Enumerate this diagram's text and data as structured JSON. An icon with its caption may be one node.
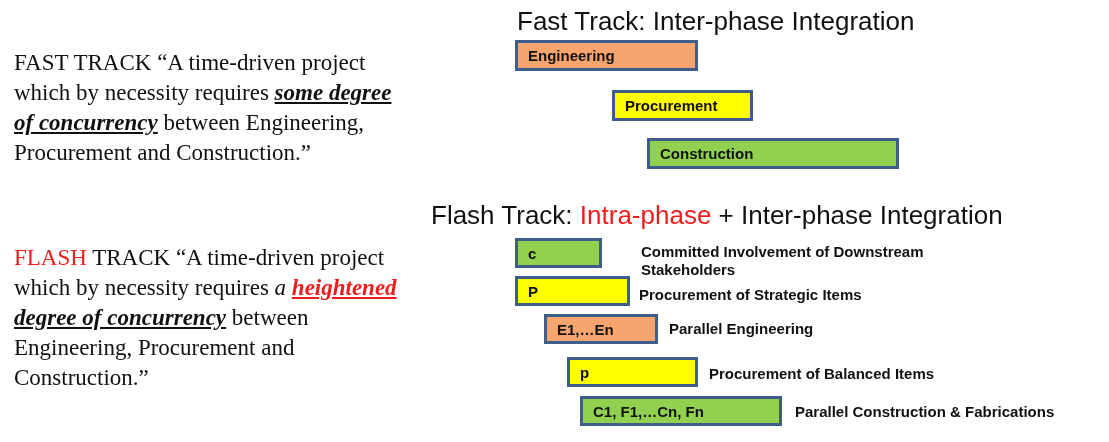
{
  "diagram": {
    "nodes": [
      {
        "text": [
          "Engineering"
        ]
      },
      {
        "text": [
          "Procurement"
        ]
      },
      {
        "text": [
          "Construction"
        ]
      },
      {
        "text": [
          "c"
        ]
      },
      {
        "text": [
          "P"
        ],
        "beside": [
          "Procurement of Strategic Items"
        ]
      },
      {
        "text": [
          "E1,…En"
        ],
        "beside": [
          "Parallel Engineering"
        ]
      },
      {
        "text": [
          "p"
        ],
        "beside": [
          "Procurement of Balanced Items"
        ]
      },
      {
        "text": [
          "C1, F1,…Cn, Fn"
        ],
        "beside": [
          "Parallel Construction & Fabrications"
        ]
      }
    ],
    "labels": [
      "Fast Track: Inter-phase Integration",
      "FAST TRACK “A time-driven project which by necessity requires **some degree of concurrency** between Engineering, Procurement and Construction.”",
      "Flash Track: *Intra-phase* + Inter-phase Integration",
      "Committed Involvement of Downstream Stakeholders",
      "*FLASH* TRACK “A time-driven project which by necessity requires *a* **heightened** **degree of concurrency** between Engineering, Procurement and Construction.”"
    ]
  }
}
